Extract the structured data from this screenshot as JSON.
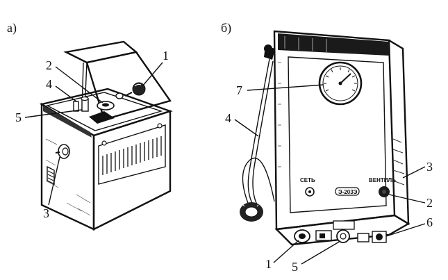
{
  "figure": {
    "panel_a": {
      "tag": "а)",
      "callouts": [
        "1",
        "2",
        "4",
        "5",
        "3"
      ]
    },
    "panel_b": {
      "tag": "б)",
      "callouts": [
        "7",
        "4",
        "3",
        "2",
        "6",
        "1",
        "5"
      ],
      "panel_text": {
        "power": "СЕТЬ",
        "valve": "ВЕНТИЛЬ",
        "model": "Э-203Э"
      }
    }
  }
}
